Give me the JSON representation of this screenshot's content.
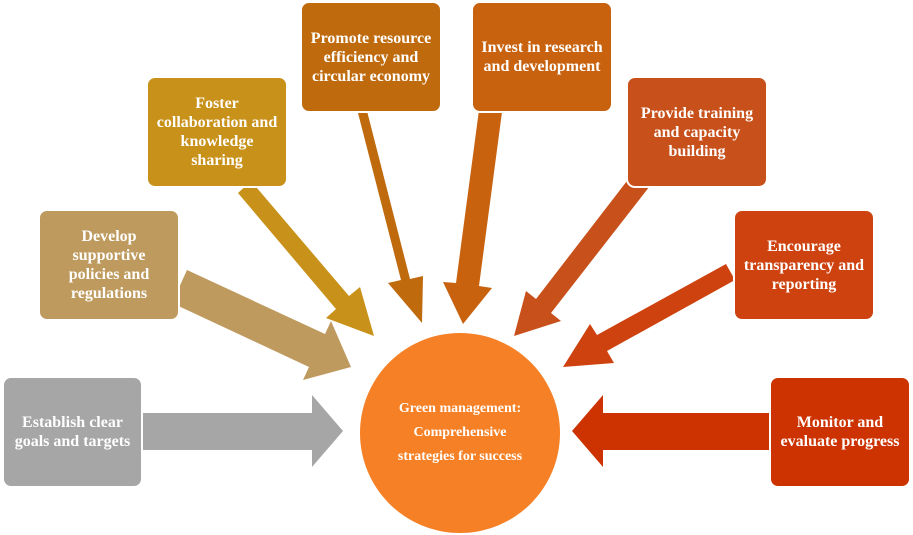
{
  "hub": {
    "line1": "Green management:",
    "line2": "Comprehensive",
    "line3": "strategies for success",
    "color": "#F58025"
  },
  "strategies": [
    {
      "key": "goals",
      "label": "Establish clear goals and targets",
      "color": "#A6A6A6"
    },
    {
      "key": "policies",
      "label": "Develop supportive policies and regulations",
      "color": "#BE9A5E"
    },
    {
      "key": "collaboration",
      "label": "Foster collaboration and knowledge sharing",
      "color": "#C89119"
    },
    {
      "key": "resource",
      "label": "Promote resource efficiency and circular economy",
      "color": "#BF6A0C"
    },
    {
      "key": "research",
      "label": "Invest in research and development",
      "color": "#C8620F"
    },
    {
      "key": "training",
      "label": "Provide training and capacity building",
      "color": "#C8501A"
    },
    {
      "key": "transparency",
      "label": "Encourage transparency and reporting",
      "color": "#CE420F"
    },
    {
      "key": "monitor",
      "label": "Monitor and evaluate progress",
      "color": "#CC3300"
    }
  ]
}
